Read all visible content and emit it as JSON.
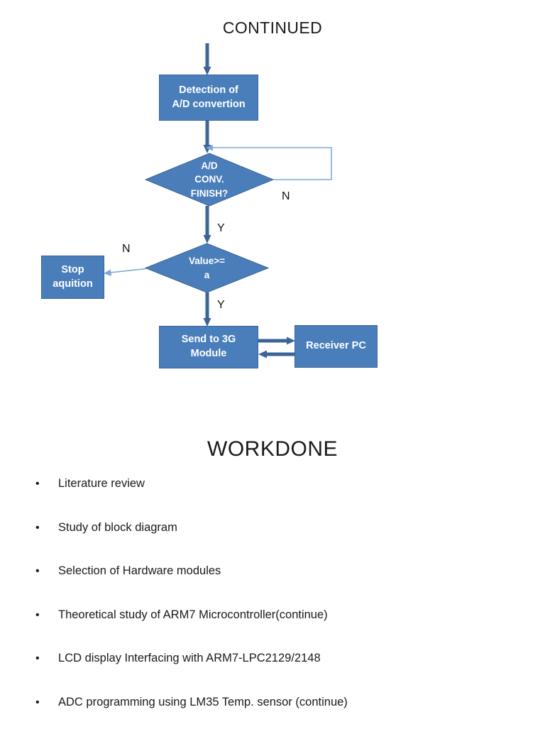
{
  "slide_flowchart": {
    "title": "CONTINUED",
    "nodes": {
      "detection": {
        "line1": "Detection of",
        "line2": "A/D convertion"
      },
      "adc_finish": {
        "line1": "A/D",
        "line2": "CONV.",
        "line3": "FINISH?"
      },
      "value_check": {
        "line1": "Value>=",
        "line2": "a"
      },
      "stop": {
        "line1": "Stop",
        "line2": "aquition"
      },
      "send_3g": {
        "line1": "Send to 3G",
        "line2": "Module"
      },
      "receiver_pc": {
        "line1": "Receiver PC"
      }
    },
    "edge_labels": {
      "adc_no": "N",
      "adc_yes": "Y",
      "value_no": "N",
      "value_yes": "Y"
    },
    "colors": {
      "node_fill": "#4a7ebb",
      "node_border": "#3a6395",
      "node_text": "#ffffff",
      "thick_connector": "#3c6498",
      "thin_connector": "#7fa8d4",
      "label_text": "#111111"
    }
  },
  "slide_workdone": {
    "title": "WORKDONE",
    "bullet_glyph": "•",
    "items": [
      "Literature review",
      "Study of block diagram",
      "Selection of Hardware modules",
      "Theoretical study of ARM7 Microcontroller(continue)",
      "LCD display Interfacing with ARM7-LPC2129/2148",
      "ADC programming using LM35 Temp. sensor (continue)"
    ]
  }
}
